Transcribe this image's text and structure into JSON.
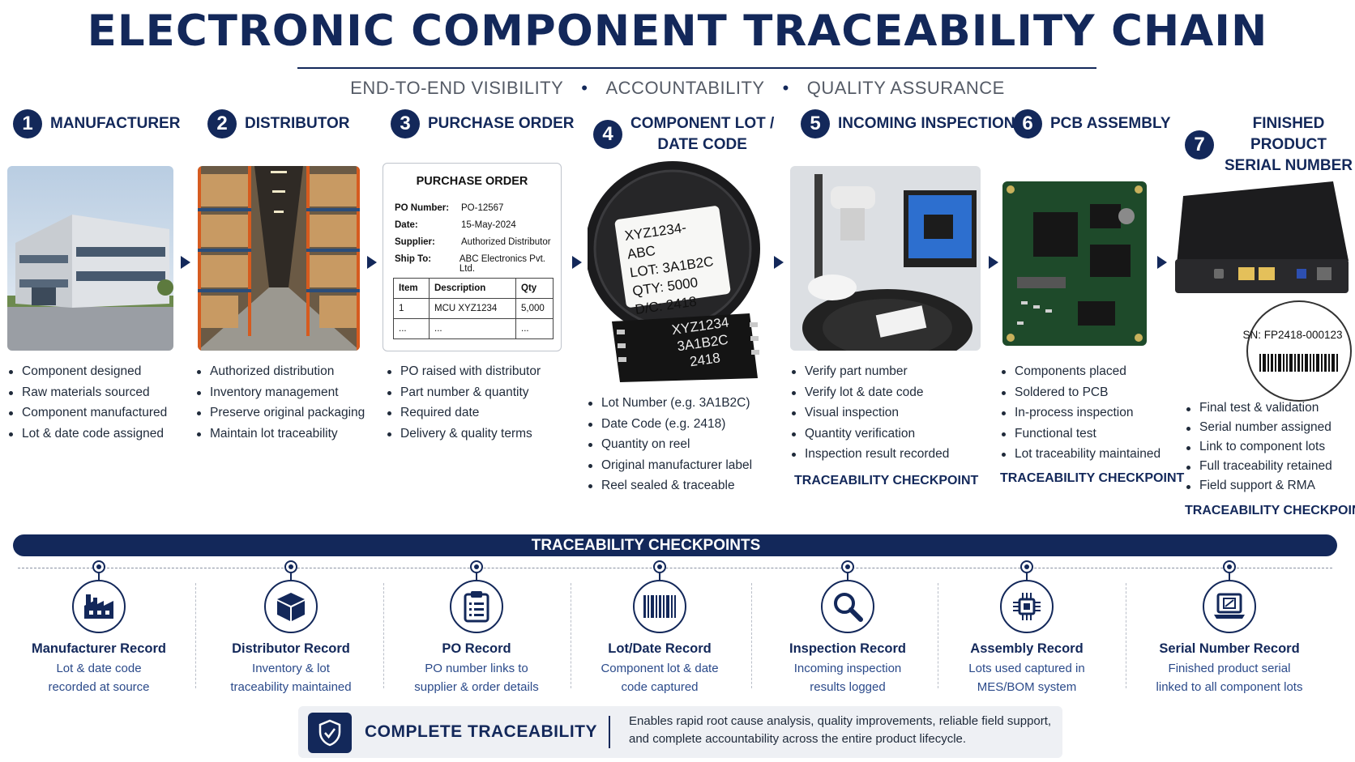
{
  "header": {
    "title": "ELECTRONIC COMPONENT TRACEABILITY CHAIN",
    "subtitle_items": [
      "END-TO-END VISIBILITY",
      "ACCOUNTABILITY",
      "QUALITY ASSURANCE"
    ]
  },
  "stages": [
    {
      "number": "1",
      "title": "MANUFACTURER",
      "bullets": [
        "Component designed",
        "Raw materials sourced",
        "Component manufactured",
        "Lot & date code assigned"
      ]
    },
    {
      "number": "2",
      "title": "DISTRIBUTOR",
      "bullets": [
        "Authorized distribution",
        "Inventory management",
        "Preserve original packaging",
        "Maintain lot traceability"
      ]
    },
    {
      "number": "3",
      "title": "PURCHASE ORDER",
      "bullets": [
        "PO raised with distributor",
        "Part number & quantity",
        "Required date",
        "Delivery & quality terms"
      ]
    },
    {
      "number": "4",
      "title_line1": "COMPONENT LOT /",
      "title_line2": "DATE CODE",
      "bullets": [
        "Lot Number (e.g. 3A1B2C)",
        "Date Code (e.g. 2418)",
        "Quantity on reel",
        "Original manufacturer label",
        "Reel sealed & traceable"
      ]
    },
    {
      "number": "5",
      "title": "INCOMING INSPECTION",
      "bullets": [
        "Verify part number",
        "Verify lot & date code",
        "Visual inspection",
        "Quantity verification",
        "Inspection result recorded"
      ],
      "checkpoint": "TRACEABILITY CHECKPOINT"
    },
    {
      "number": "6",
      "title": "PCB ASSEMBLY",
      "bullets": [
        "Components placed",
        "Soldered to PCB",
        "In-process inspection",
        "Functional test",
        "Lot traceability maintained"
      ],
      "checkpoint": "TRACEABILITY CHECKPOINT"
    },
    {
      "number": "7",
      "title_line1": "FINISHED PRODUCT",
      "title_line2": "SERIAL NUMBER",
      "bullets": [
        "Final test & validation",
        "Serial number assigned",
        "Link to component lots",
        "Full traceability retained",
        "Field support & RMA"
      ],
      "checkpoint": "TRACEABILITY CHECKPOINT"
    }
  ],
  "purchase_order": {
    "title": "PURCHASE ORDER",
    "fields": [
      {
        "key": "PO Number:",
        "value": "PO-12567"
      },
      {
        "key": "Date:",
        "value": "15-May-2024"
      },
      {
        "key": "Supplier:",
        "value": "Authorized Distributor"
      },
      {
        "key": "Ship To:",
        "value": "ABC Electronics Pvt. Ltd."
      }
    ],
    "table_headers": [
      "Item",
      "Description",
      "Qty"
    ],
    "rows": [
      [
        "1",
        "MCU XYZ1234",
        "5,000"
      ],
      [
        "...",
        "...",
        "..."
      ]
    ]
  },
  "reel_label": {
    "part": "XYZ1234-ABC",
    "lot": "LOT: 3A1B2C",
    "qty": "QTY: 5000",
    "dc": "D/C: 2418"
  },
  "chip_marking": {
    "line1": "XYZ1234",
    "line2": "3A1B2C",
    "line3": "2418"
  },
  "serial_badge": {
    "text": "SN: FP2418-000123"
  },
  "checkpoints": {
    "band_title": "TRACEABILITY CHECKPOINTS",
    "items": [
      {
        "title": "Manufacturer Record",
        "line1": "Lot & date code",
        "line2": "recorded at source",
        "icon": "factory-icon"
      },
      {
        "title": "Distributor Record",
        "line1": "Inventory & lot",
        "line2": "traceability maintained",
        "icon": "box-icon"
      },
      {
        "title": "PO Record",
        "line1": "PO number links to",
        "line2": "supplier & order details",
        "icon": "clipboard-icon"
      },
      {
        "title": "Lot/Date Record",
        "line1": "Component lot & date",
        "line2": "code captured",
        "icon": "barcode-icon"
      },
      {
        "title": "Inspection Record",
        "line1": "Incoming inspection",
        "line2": "results logged",
        "icon": "magnifier-icon"
      },
      {
        "title": "Assembly Record",
        "line1": "Lots used captured in",
        "line2": "MES/BOM system",
        "icon": "chip-icon"
      },
      {
        "title": "Serial Number Record",
        "line1": "Finished product serial",
        "line2": "linked to all component lots",
        "icon": "laptop-icon"
      }
    ]
  },
  "footer": {
    "title": "COMPLETE TRACEABILITY",
    "line1": "Enables rapid root cause analysis, quality improvements, reliable field support,",
    "line2": "and complete accountability across the entire product lifecycle."
  },
  "colors": {
    "navy": "#13285a",
    "text": "#1f2a3a",
    "desc_blue": "#2b4a8a",
    "gray": "#555b66"
  }
}
